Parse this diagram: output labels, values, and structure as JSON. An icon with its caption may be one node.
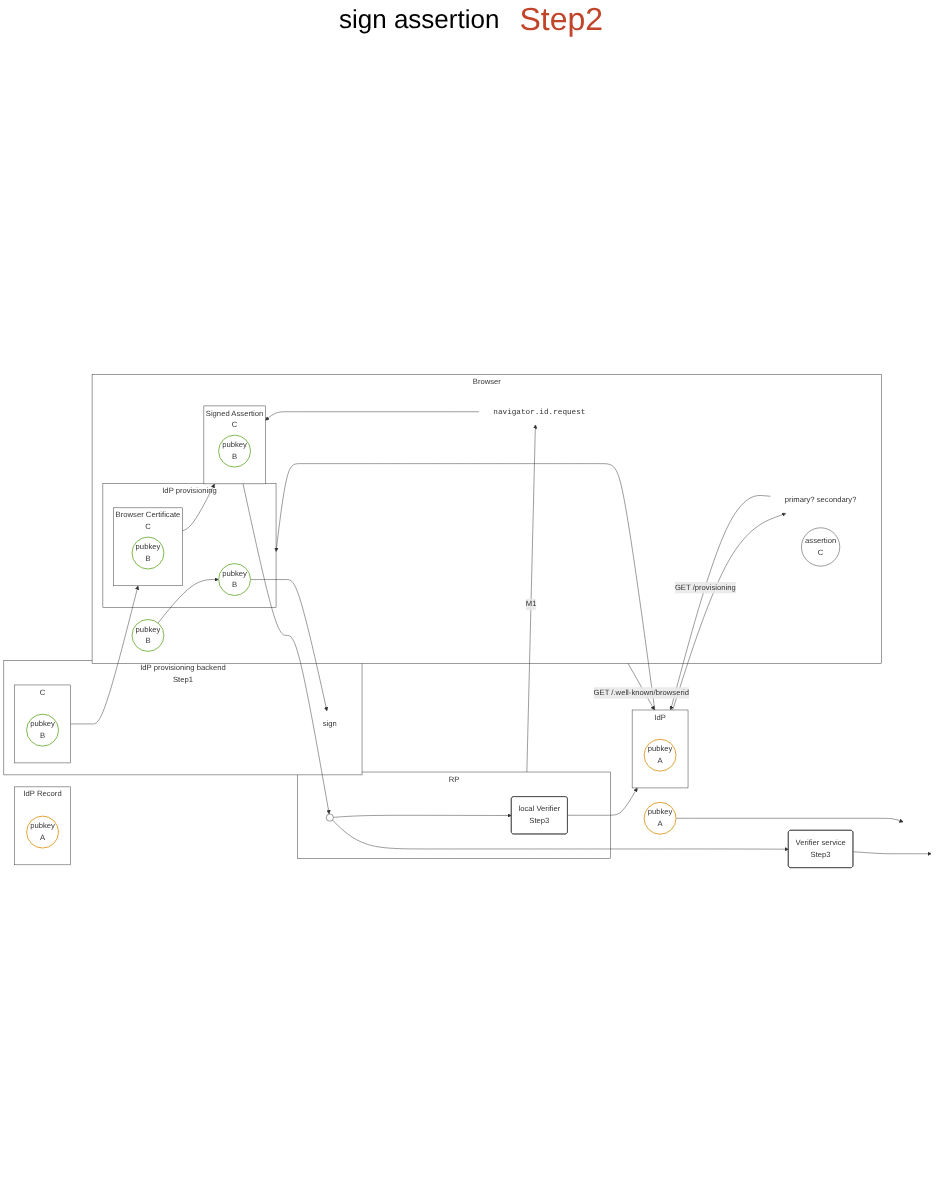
{
  "diagram": {
    "nodes": [
      {
        "text": [
          "Browser"
        ]
      },
      {
        "text": [
          "primary? secondary?"
        ],
        "in": 0
      },
      {
        "text": [
          "pubkey",
          "B"
        ],
        "in": 0
      },
      {
        "text": [
          "IdP provisioning"
        ],
        "in": 0
      },
      {
        "text": [
          "pubkey",
          "B"
        ],
        "in": 3
      },
      {
        "text": [
          "Browser Certificate",
          "C"
        ],
        "in": 3
      },
      {
        "text": [
          "pubkey",
          "B"
        ],
        "in": 5
      },
      {
        "text": [
          "navigator.id.request"
        ],
        "in": 0
      },
      {
        "text": [
          "Signed Assertion",
          "C"
        ],
        "in": 0
      },
      {
        "text": [
          "pubkey",
          "B"
        ],
        "in": 8
      },
      {
        "text": [
          "assertion",
          "C"
        ],
        "in": 0
      },
      {
        "text": [
          "IdP Record"
        ]
      },
      {
        "text": [
          "pubkey",
          "A"
        ],
        "in": 11
      },
      {
        "text": [
          "IdP"
        ]
      },
      {
        "text": [
          "pubkey",
          "A"
        ],
        "in": 13
      },
      {
        "text": [
          "IdP provisioning backend",
          "Step1"
        ]
      },
      {
        "text": [
          "sign"
        ],
        "in": 15
      },
      {
        "text": [
          "C"
        ],
        "in": 15
      },
      {
        "text": [
          "pubkey",
          "B"
        ],
        "in": 17
      },
      {
        "text": [
          "pubkey",
          "A"
        ]
      },
      {
        "text": [
          "RP"
        ]
      },
      {
        "text": [],
        "shape": "ellipse",
        "in": 20
      },
      {
        "text": [
          "local Verifier",
          "Step3"
        ],
        "in": 20
      },
      {
        "text": [
          "Verifier service",
          "Step3"
        ]
      }
    ],
    "edges": [
      {
        "from": 0,
        "to": 13,
        "arrow": "to",
        "label": "GET /.well-known/browserid"
      },
      {
        "from": 13,
        "to": 1,
        "arrow": "to"
      },
      {
        "from": 1,
        "to": 13,
        "arrow": "to",
        "label": "GET /provisioning"
      },
      {
        "from": 13,
        "to": 3,
        "arrow": "to"
      },
      {
        "from": 2,
        "to": 4,
        "arrow": "to"
      },
      {
        "from": 4,
        "to": 16,
        "arrow": "to"
      },
      {
        "from": 17,
        "to": 5,
        "arrow": "to"
      },
      {
        "from": 5,
        "to": 8,
        "arrow": "to"
      },
      {
        "from": 20,
        "to": 7,
        "arrow": "to",
        "label": "M1"
      },
      {
        "from": 7,
        "to": 8,
        "arrow": "to"
      },
      {
        "from": 8,
        "to": 21,
        "arrow": "to"
      },
      {
        "from": 21,
        "to": 22,
        "arrow": "to"
      },
      {
        "from": 21,
        "to": 23,
        "arrow": "to"
      },
      {
        "from": 22,
        "to": 13,
        "arrow": "to"
      },
      {
        "from": 23,
        "to": null,
        "arrow": "to"
      },
      {
        "from": 19,
        "to": null,
        "arrow": "to"
      }
    ],
    "labels": [
      "sign assertion",
      "Step2"
    ]
  }
}
